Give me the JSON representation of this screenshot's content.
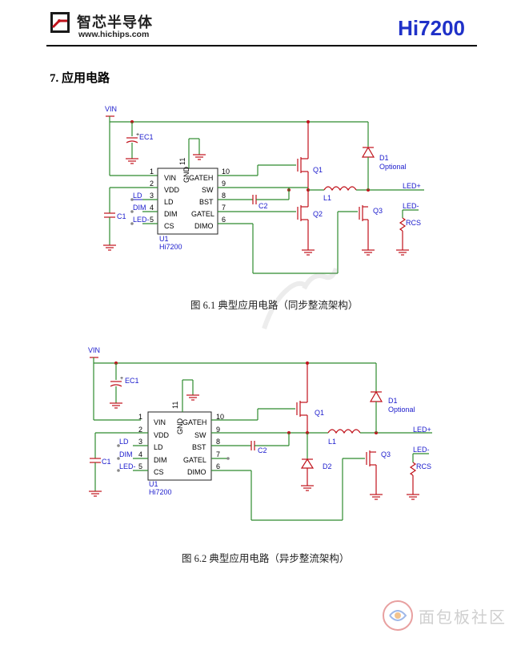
{
  "header": {
    "company_name": "智芯半导体",
    "company_url": "www.hichips.com",
    "product_name": "Hi7200"
  },
  "section": {
    "number": "7.",
    "title": "应用电路",
    "full_title": "7.  应用电路"
  },
  "figure1": {
    "caption": "图 6.1  典型应用电路（同步整流架构）",
    "labels": {
      "vin": "VIN",
      "ec1": "EC1",
      "c1": "C1",
      "c2": "C2",
      "l1": "L1",
      "q1": "Q1",
      "q2": "Q2",
      "q3": "Q3",
      "d1": "D1",
      "optional": "Optional",
      "led_plus": "LED+",
      "led_minus": "LED-",
      "rcs": "RCS",
      "u1": "U1",
      "part": "Hi7200",
      "gnd": "GND",
      "ld_net": "LD",
      "dim_net": "DIM",
      "ledm_net": "LED-"
    },
    "pins_left": [
      {
        "num": "1",
        "name": "VIN"
      },
      {
        "num": "2",
        "name": "VDD"
      },
      {
        "num": "3",
        "name": "LD"
      },
      {
        "num": "4",
        "name": "DIM"
      },
      {
        "num": "5",
        "name": "CS"
      }
    ],
    "pins_right": [
      {
        "num": "10",
        "name": "GATEH"
      },
      {
        "num": "9",
        "name": "SW"
      },
      {
        "num": "8",
        "name": "BST"
      },
      {
        "num": "7",
        "name": "GATEL"
      },
      {
        "num": "6",
        "name": "DIMO"
      }
    ],
    "pin_top": "11"
  },
  "figure2": {
    "caption": "图 6.2  典型应用电路（异步整流架构）",
    "labels": {
      "vin": "VIN",
      "ec1": "EC1",
      "c1": "C1",
      "c2": "C2",
      "l1": "L1",
      "q1": "Q1",
      "q3": "Q3",
      "d1": "D1",
      "d2": "D2",
      "optional": "Optional",
      "led_plus": "LED+",
      "led_minus": "LED-",
      "rcs": "RCS",
      "u1": "U1",
      "part": "Hi7200",
      "gnd": "GND",
      "ld_net": "LD",
      "dim_net": "DIM",
      "ledm_net": "LED-"
    },
    "pins_left": [
      {
        "num": "1",
        "name": "VIN"
      },
      {
        "num": "2",
        "name": "VDD"
      },
      {
        "num": "3",
        "name": "LD"
      },
      {
        "num": "4",
        "name": "DIM"
      },
      {
        "num": "5",
        "name": "CS"
      }
    ],
    "pins_right": [
      {
        "num": "10",
        "name": "GATEH"
      },
      {
        "num": "9",
        "name": "SW"
      },
      {
        "num": "8",
        "name": "BST"
      },
      {
        "num": "7",
        "name": "GATEL"
      },
      {
        "num": "6",
        "name": "DIMO"
      }
    ],
    "pin_top": "11"
  },
  "watermark": {
    "text": "面包板社区"
  },
  "colors": {
    "wire": "#2e8b2e",
    "component": "#c0121b",
    "net_label": "#1a1acc",
    "pin_text": "#000000",
    "product": "#1f31c8"
  }
}
